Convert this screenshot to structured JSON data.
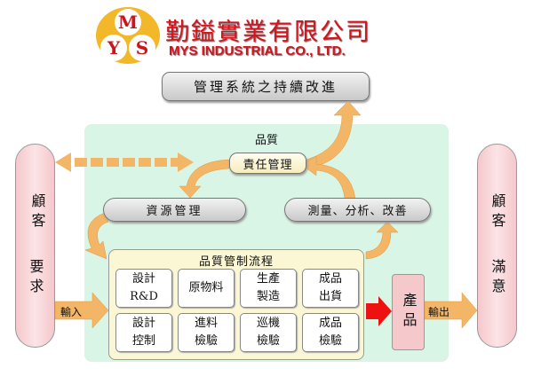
{
  "logo": {
    "letters": [
      "M",
      "Y",
      "S"
    ],
    "company_zh": "勤鎰實業有限公司",
    "company_en": "MYS INDUSTRIAL CO., LTD."
  },
  "improvement": "管理系統之持續改進",
  "quality_label": "品質",
  "responsibility": "責任管理",
  "resource": "資源管理",
  "measurement": "測量、分析、改善",
  "customer_requirement": {
    "title": "顧客",
    "subtitle": "要求"
  },
  "customer_satisfaction": {
    "title": "顧客",
    "subtitle": "滿意"
  },
  "input_label": "輸入",
  "output_label": "輸出",
  "process": {
    "title": "品質管制流程",
    "cells": [
      "設計\nR&D",
      "原物料",
      "生產\n製造",
      "成品\n出貨",
      "設計\n控制",
      "進料\n檢驗",
      "巡機\n檢驗",
      "成品\n檢驗"
    ]
  },
  "product": "產品",
  "colors": {
    "orange": "#f3b566",
    "mint": "#d8f5e6",
    "pink": "#f5c8cc",
    "red": "#ee1111",
    "brand_red": "#d4141d"
  }
}
